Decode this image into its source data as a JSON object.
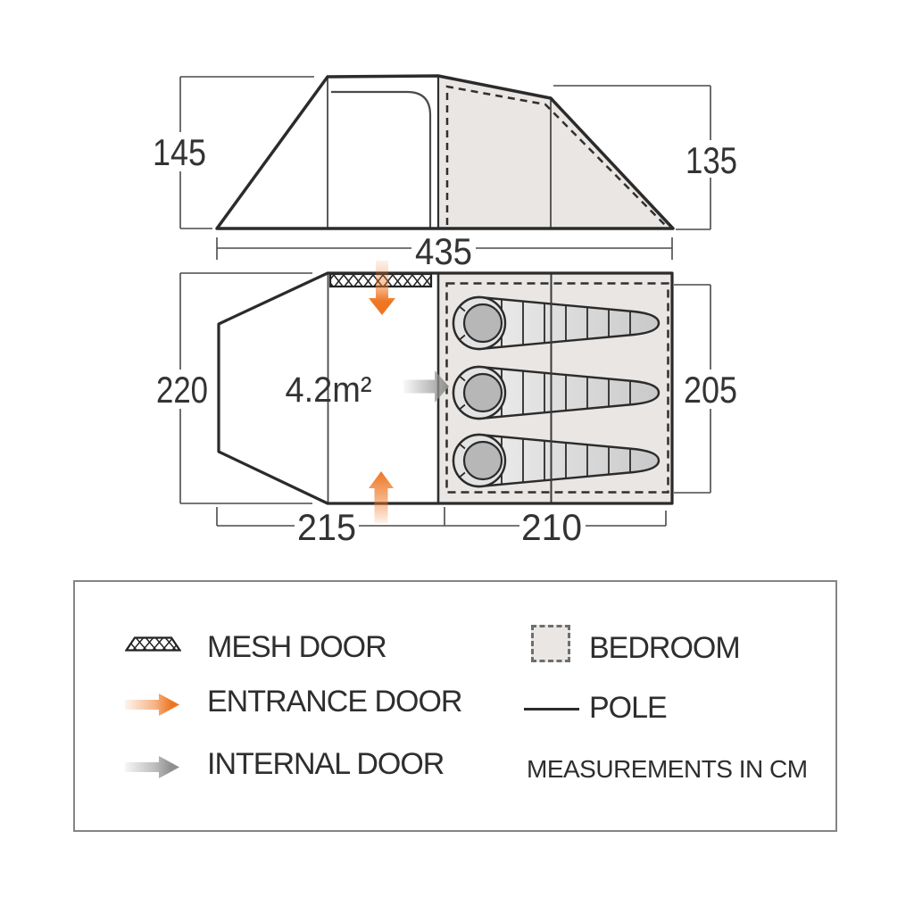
{
  "dims": {
    "left_height": "145",
    "right_height": "135",
    "total_length": "435",
    "plan_depth": "220",
    "bedroom_depth": "205",
    "living_length": "215",
    "bedroom_length": "210"
  },
  "plan": {
    "living_area": "4.2m²"
  },
  "legend": {
    "mesh_door": "MESH DOOR",
    "entrance_door": "ENTRANCE DOOR",
    "internal_door": "INTERNAL DOOR",
    "bedroom": "BEDROOM",
    "pole": "POLE",
    "note": "MEASUREMENTS IN CM"
  },
  "colors": {
    "accent_orange": "#ee7623",
    "arrow_gray": "#8f8f8f",
    "bedroom_fill": "#e9e6e3",
    "outline": "#2b2b2b"
  }
}
